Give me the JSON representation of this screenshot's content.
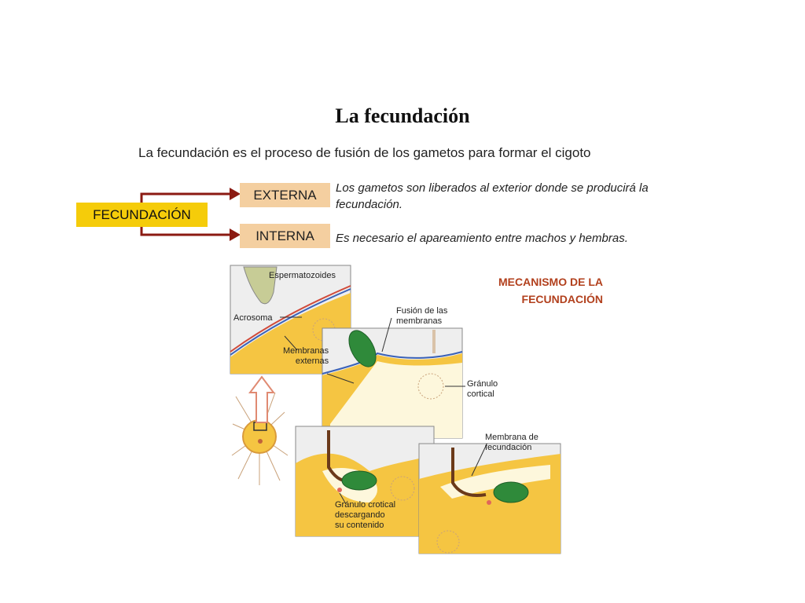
{
  "title": "La fecundación",
  "subtitle": "La fecundación es el proceso de fusión de los gametos para formar el cigoto",
  "concept_map": {
    "root": "FECUNDACIÓN",
    "branches": [
      {
        "type": "EXTERNA",
        "description": [
          "Los gametos son liberados al exterior donde se producirá la",
          "fecundación."
        ]
      },
      {
        "type": "INTERNA",
        "description": [
          "Es necesario el apareamiento entre machos y hembras."
        ]
      }
    ],
    "colors": {
      "root_box": "#f5cc0a",
      "type_box": "#f4cfa0",
      "arrow": "#8b1a12"
    }
  },
  "mechanism": {
    "title": [
      "MECANISMO DE LA",
      "FECUNDACIÓN"
    ],
    "title_color": "#b2401d",
    "labels": {
      "espermatozoides": "Espermatozoides",
      "acrosoma": "Acrosoma",
      "membranas_externas": [
        "Membranas",
        "externas"
      ],
      "fusion_membranas": [
        "Fusión de las",
        "membranas"
      ],
      "granulo_cortical": [
        "Gránulo",
        "cortical"
      ],
      "membrana_fecundacion": [
        "Membrana de",
        "fecundación"
      ],
      "granulo_descargando": [
        "Gránulo crotical",
        "descargando",
        "su contenido"
      ]
    }
  }
}
